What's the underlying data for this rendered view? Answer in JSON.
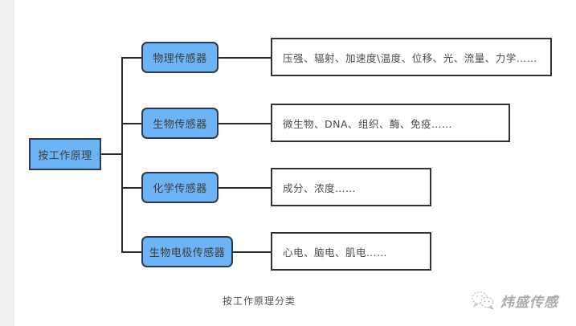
{
  "diagram": {
    "root": {
      "label": "按工作原理"
    },
    "branches": [
      {
        "category": "物理传感器",
        "detail": "压强、辐射、加速度\\温度、位移、光、流量、力学……"
      },
      {
        "category": "生物传感器",
        "detail": "微生物、DNA、组织、酶、免疫……"
      },
      {
        "category": "化学传感器",
        "detail": "成分、浓度……"
      },
      {
        "category": "生物电极传感器",
        "detail": "心电、脑电、肌电……"
      }
    ],
    "caption": "按工作原理分类"
  },
  "watermark": {
    "icon": "wechat-logo-icon",
    "text": "炜盛传感"
  },
  "colors": {
    "node_fill": "#6cb4f5",
    "node_border": "#2c3b52",
    "detail_border": "#333333",
    "connector": "#2b2b2b",
    "page_background": "#ffffff",
    "margin_strip": "#f1f1f1",
    "text": "#3d3d3d",
    "watermark_text": "#8d8d8d"
  }
}
